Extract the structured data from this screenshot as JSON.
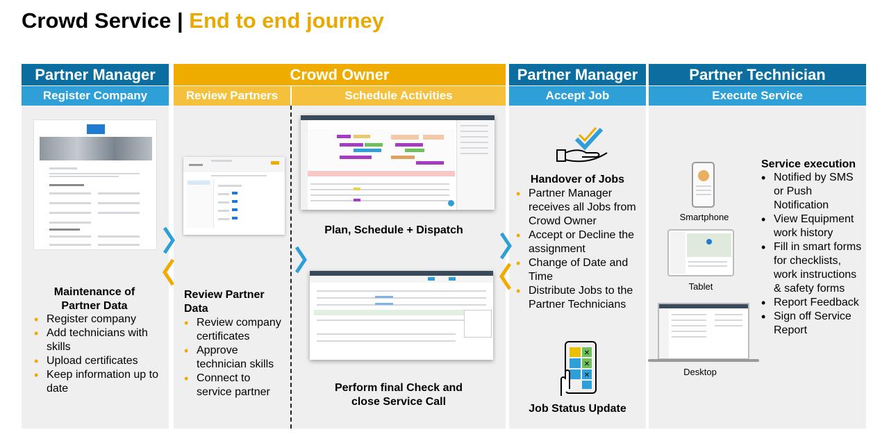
{
  "title": {
    "main": "Crowd Service | ",
    "accent": "End to end journey"
  },
  "columns": {
    "pm1": {
      "role": "Partner Manager",
      "step": "Register Company"
    },
    "co": {
      "role": "Crowd Owner",
      "step_review": "Review Partners",
      "step_schedule": "Schedule Activities"
    },
    "pm2": {
      "role": "Partner Manager",
      "step": "Accept Job"
    },
    "pt": {
      "role": "Partner Technician",
      "step": "Execute Service"
    }
  },
  "register": {
    "heading_line1": "Maintenance of",
    "heading_line2": "Partner Data",
    "items": [
      "Register company",
      "Add technicians with skills",
      "Upload certificates",
      "Keep information up to date"
    ]
  },
  "review": {
    "heading": "Review Partner Data",
    "items": [
      "Review company certificates",
      "Approve technician skills",
      "Connect to service partner"
    ]
  },
  "schedule": {
    "caption_plan": "Plan, Schedule + Dispatch",
    "caption_check_line1": "Perform final Check and",
    "caption_check_line2": "close Service Call"
  },
  "accept": {
    "heading": "Handover of Jobs",
    "items": [
      "Partner Manager receives all Jobs from Crowd Owner",
      "Accept or Decline the assignment",
      "Change of Date and Time",
      "Distribute Jobs to the Partner Technicians"
    ],
    "status_label": "Job Status Update"
  },
  "execute": {
    "heading": "Service execution",
    "items": [
      "Notified by SMS or Push Notification",
      "View Equipment work history",
      "Fill in smart forms for checklists, work instructions & safety forms",
      "Report Feedback",
      "Sign off Service Report"
    ],
    "devices": {
      "smartphone": "Smartphone",
      "tablet": "Tablet",
      "desktop": "Desktop"
    }
  },
  "colors": {
    "blue": "#0c6ea0",
    "light_blue": "#2f9fd8",
    "gold": "#f0ab00",
    "light_gold": "#f5c13c",
    "panel": "#efefef"
  }
}
